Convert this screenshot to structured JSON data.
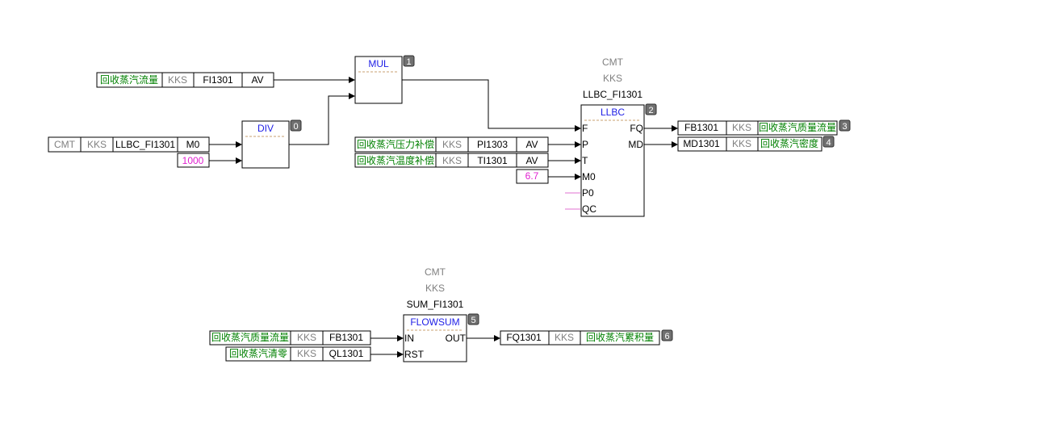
{
  "blocks": {
    "mul": {
      "type": "MUL",
      "index": "1"
    },
    "div": {
      "type": "DIV",
      "index": "0"
    },
    "llbc": {
      "type": "LLBC",
      "index": "2",
      "cmt": "CMT",
      "kks": "KKS",
      "tag": "LLBC_FI1301",
      "inputs": [
        "F",
        "P",
        "T",
        "M0",
        "P0",
        "QC"
      ],
      "outputs": [
        "FQ",
        "MD"
      ]
    },
    "flowsum": {
      "type": "FLOWSUM",
      "index": "5",
      "cmt": "CMT",
      "kks": "KKS",
      "tag": "SUM_FI1301",
      "inputs": [
        "IN",
        "RST"
      ],
      "outputs": [
        "OUT"
      ]
    }
  },
  "io_tags": {
    "mul_in1": {
      "desc": "回收蒸汽流量",
      "kks": "KKS",
      "tag": "FI1301",
      "param": "AV"
    },
    "div_in1": {
      "cmt": "CMT",
      "kks": "KKS",
      "tag": "LLBC_FI1301",
      "param": "M0"
    },
    "div_in2": {
      "const": "1000"
    },
    "llbc_p": {
      "desc": "回收蒸汽压力补偿",
      "kks": "KKS",
      "tag": "PI1303",
      "param": "AV"
    },
    "llbc_t": {
      "desc": "回收蒸汽温度补偿",
      "kks": "KKS",
      "tag": "TI1301",
      "param": "AV"
    },
    "llbc_m0": {
      "const": "6.7"
    },
    "out_fq": {
      "tag": "FB1301",
      "kks": "KKS",
      "desc": "回收蒸汽质量流量",
      "index": "3"
    },
    "out_md": {
      "tag": "MD1301",
      "kks": "KKS",
      "desc": "回收蒸汽密度",
      "index": "4"
    },
    "sum_in": {
      "desc": "回收蒸汽质量流量",
      "kks": "KKS",
      "tag": "FB1301"
    },
    "sum_rst": {
      "desc": "回收蒸汽清零",
      "kks": "KKS",
      "tag": "QL1301"
    },
    "out_sum": {
      "tag": "FQ1301",
      "kks": "KKS",
      "desc": "回收蒸汽累积量",
      "index": "6"
    }
  },
  "colors": {
    "label_green": "#008000",
    "block_blue": "#1e1ee6",
    "const_magenta": "#e020d0",
    "kks_gray": "#808080"
  }
}
